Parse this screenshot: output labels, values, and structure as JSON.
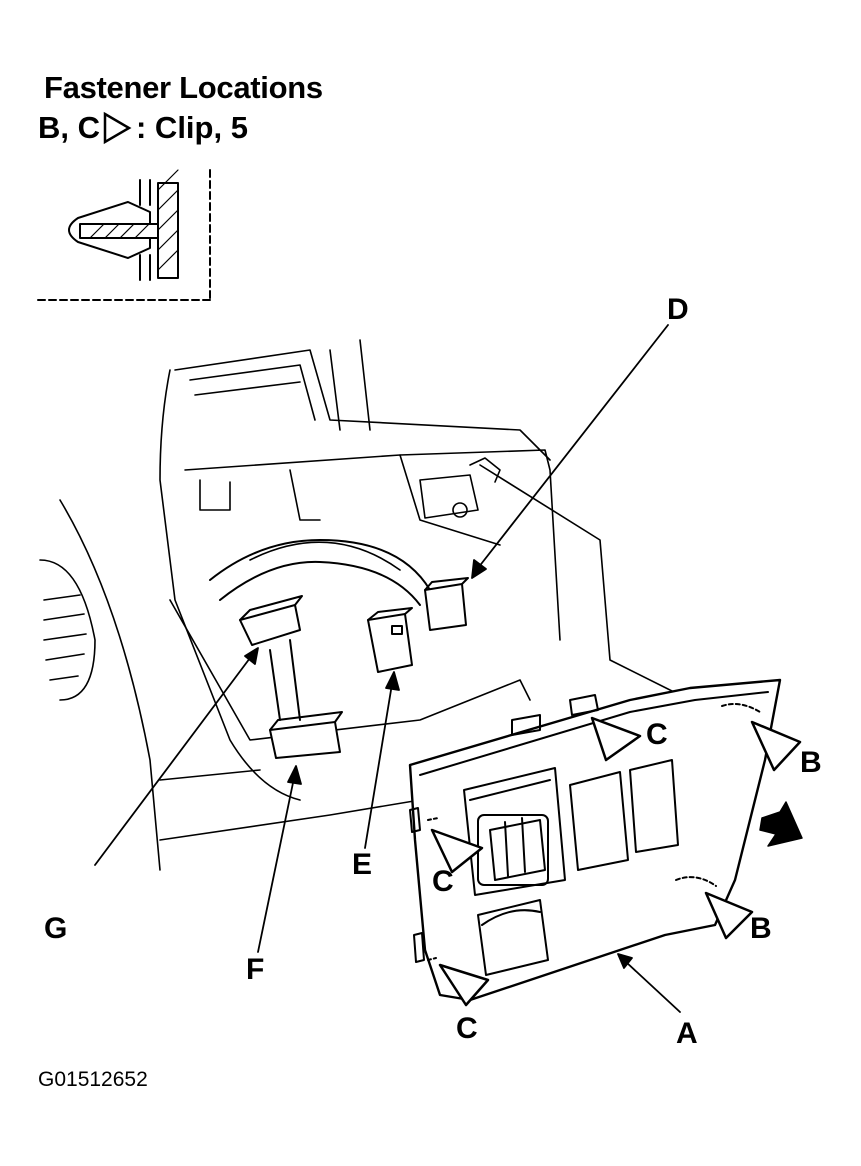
{
  "header": {
    "title": "Fastener Locations",
    "legend_prefix": "B, C",
    "legend_suffix": ": Clip, 5"
  },
  "labels": {
    "A": "A",
    "B1": "B",
    "B2": "B",
    "C1": "C",
    "C2": "C",
    "C3": "C",
    "D": "D",
    "E": "E",
    "F": "F",
    "G": "G"
  },
  "footer": {
    "figure_id": "G01512652"
  }
}
